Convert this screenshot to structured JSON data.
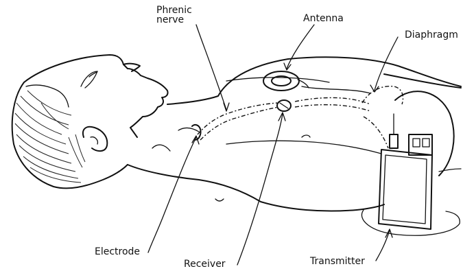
{
  "labels": {
    "phrenic_line1": "Phrenic",
    "phrenic_line2": "nerve",
    "antenna": "Antenna",
    "diaphragm": "Diaphragm",
    "electrode": "Electrode",
    "receiver": "Receiver",
    "transmitter": "Transmitter"
  }
}
